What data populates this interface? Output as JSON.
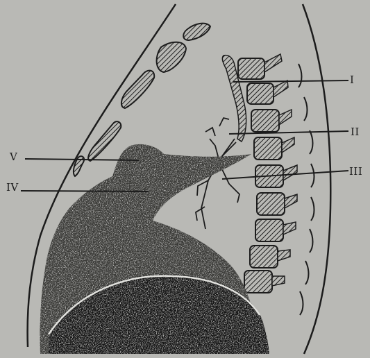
{
  "figure": {
    "labels": {
      "I": "I",
      "II": "II",
      "III": "III",
      "IV": "IV",
      "V": "V"
    }
  },
  "colors": {
    "background": "#b9b9b5",
    "ink": "#1c1c1c",
    "vertebra_fill": "#8e8e8a"
  }
}
